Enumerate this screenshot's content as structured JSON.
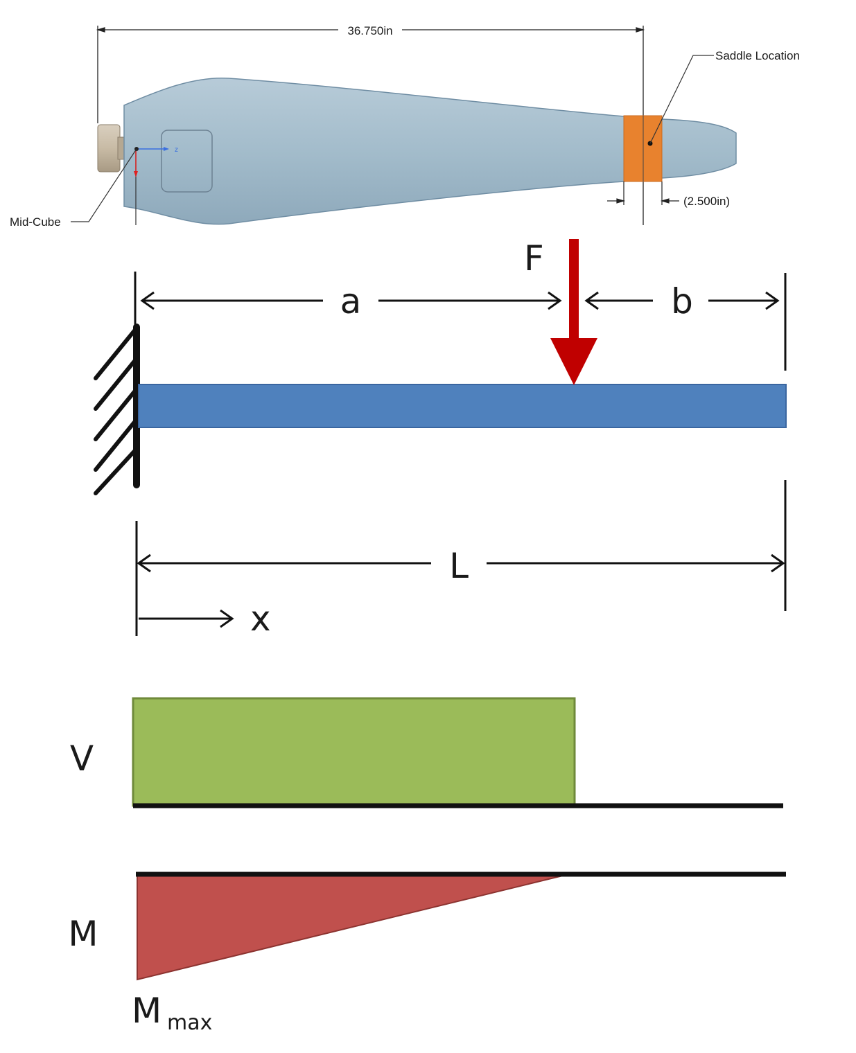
{
  "cad": {
    "overall_length": "36.750in",
    "saddle_label": "Saddle Location",
    "saddle_width": "(2.500in)",
    "origin_label": "Mid-Cube",
    "axis_z": "z"
  },
  "beam": {
    "force_label": "F",
    "segment_a": "a",
    "segment_b": "b",
    "length_label": "L",
    "x_label": "x"
  },
  "diagrams": {
    "shear_label": "V",
    "moment_label": "M",
    "mmax_main": "M",
    "mmax_sub": "max"
  },
  "colors": {
    "body": "#a3bccb",
    "saddle": "#e8822e",
    "beam": "#4f81bd",
    "force": "#c00000",
    "shear": "#9bbb59",
    "moment": "#c0504d"
  }
}
